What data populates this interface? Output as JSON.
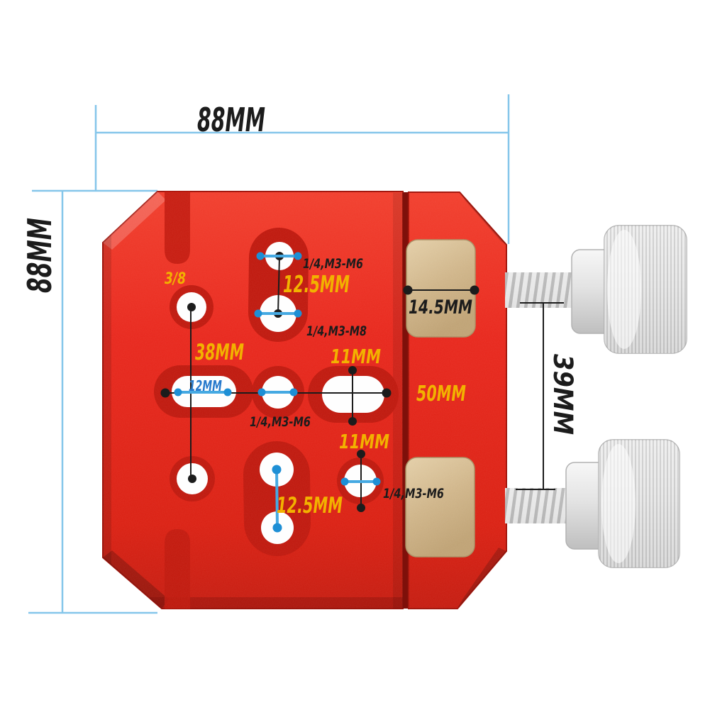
{
  "labels": {
    "overall_width": "88MM",
    "overall_height": "88MM",
    "tripod_thread": "3/8",
    "top_slot_upper_thread": "1/4,M3-M6",
    "top_slot_span": "12.5MM",
    "top_slot_lower_thread": "1/4,M3-M8",
    "left_holes_span": "38MM",
    "center_slot_length": "12MM",
    "center_hole_thread": "1/4,M3-M6",
    "right_slot_span": "11MM",
    "middle_row_span": "50MM",
    "pad_width": "14.5MM",
    "bottom_hole_span": "11MM",
    "bottom_slot_span": "12.5MM",
    "bottom_hole_thread": "1/4,M3-M6",
    "screws_span": "39MM"
  },
  "colors": {
    "background": "#ffffff",
    "plate_red": "#e8251a",
    "recess_red": "#bf160b",
    "gap_shadow": "#7e100a",
    "brass": "#cfb488",
    "silver": "#e0e0e0",
    "dim_line_blue": "#85c6ea",
    "marker_blue": "#1e8fd5",
    "marker_blue_line": "#45a9e2",
    "label_yellow": "#f2b200",
    "label_black": "#1c1c1c",
    "slot_label_blue": "#2779cc"
  }
}
